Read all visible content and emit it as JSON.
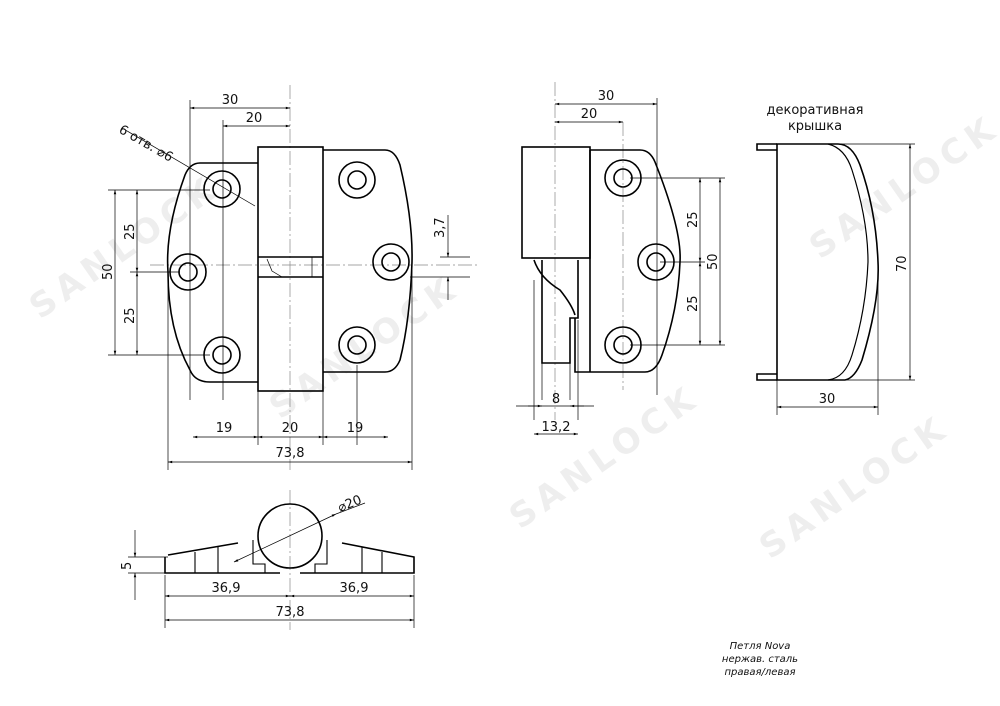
{
  "watermark": "SANLOCK",
  "front_view": {
    "hole_note": "6 отв. ⌀6",
    "dim_30": "30",
    "dim_20": "20",
    "dim_25_top": "25",
    "dim_25_bottom": "25",
    "dim_50": "50",
    "dim_3_7": "3,7",
    "dim_19_left": "19",
    "dim_20_mid": "20",
    "dim_19_right": "19",
    "dim_total": "73,8"
  },
  "side_view": {
    "dim_30": "30",
    "dim_20": "20",
    "dim_25_top": "25",
    "dim_25_bottom": "25",
    "dim_50": "50",
    "dim_8": "8",
    "dim_13_2": "13,2"
  },
  "cover_view": {
    "label_line1": "декоративная",
    "label_line2": "крышка",
    "dim_70": "70",
    "dim_30": "30"
  },
  "bottom_view": {
    "dim_diameter": "⌀20",
    "dim_5": "5",
    "dim_half_left": "36,9",
    "dim_half_right": "36,9",
    "dim_total": "73,8"
  },
  "title_block": {
    "line1": "Петля  Nova",
    "line2": "нержав.  сталь",
    "line3": "правая/левая"
  }
}
